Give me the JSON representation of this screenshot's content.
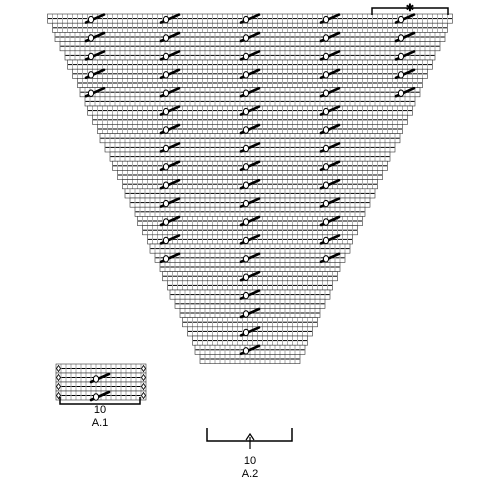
{
  "diagram": {
    "rows": 38,
    "widest_row_stitches": 81,
    "cable_columns": 5,
    "colors": {
      "grid": "#333333",
      "stitch_mark": "#000000",
      "background": "#ffffff"
    },
    "stitch_mark_icon": "purl-dash",
    "cable_icon": "twisted-cable-crossing"
  },
  "labels": {
    "a1_count": "10",
    "a1_name": "A.1",
    "a2_count": "10",
    "a2_name": "A.2",
    "repeat_marker": "✱"
  }
}
